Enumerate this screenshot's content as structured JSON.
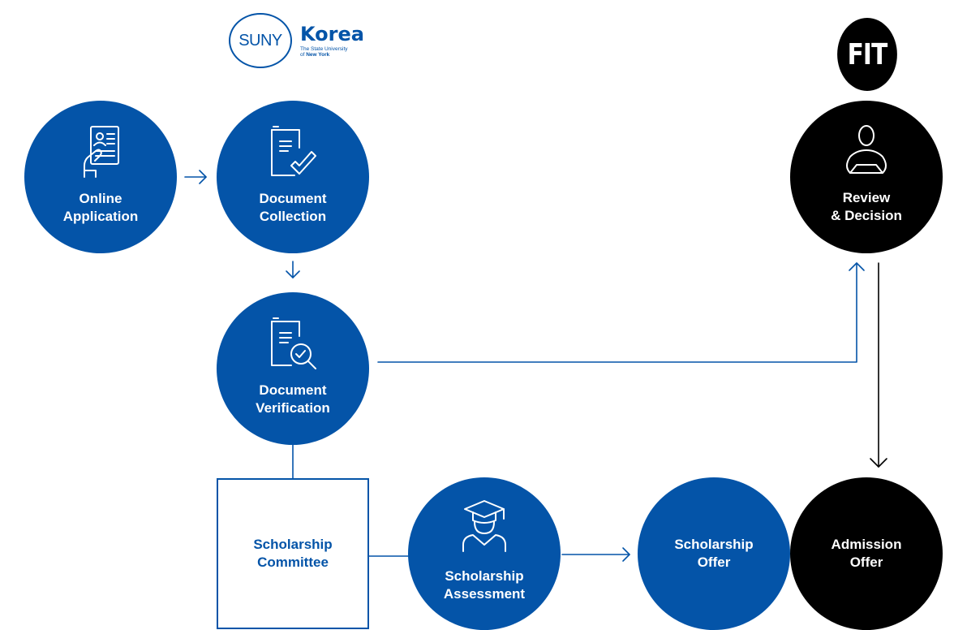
{
  "logos": {
    "suny": {
      "mark": "SUNY",
      "name": "Korea",
      "subtitle_line1": "The State University",
      "subtitle_line2_prefix": "of ",
      "subtitle_line2_bold": "New York"
    },
    "fit": {
      "text": "FIT"
    }
  },
  "nodes": {
    "online_application": {
      "label": "Online\nApplication",
      "icon": "hand-holding-id-card-icon"
    },
    "document_collection": {
      "label": "Document\nCollection",
      "icon": "document-checkmark-icon"
    },
    "document_verification": {
      "label": "Document\nVerification",
      "icon": "document-magnifier-icon"
    },
    "scholarship_committee": {
      "label": "Scholarship\nCommittee"
    },
    "scholarship_assessment": {
      "label": "Scholarship\nAssessment",
      "icon": "graduate-cap-person-icon"
    },
    "scholarship_offer": {
      "label": "Scholarship\nOffer"
    },
    "admission_offer": {
      "label": "Admission\nOffer"
    },
    "review_decision": {
      "label": "Review\n& Decision",
      "icon": "person-reading-icon"
    }
  },
  "colors": {
    "suny_blue": "#0454a8",
    "fit_black": "#000000",
    "background": "#ffffff"
  }
}
